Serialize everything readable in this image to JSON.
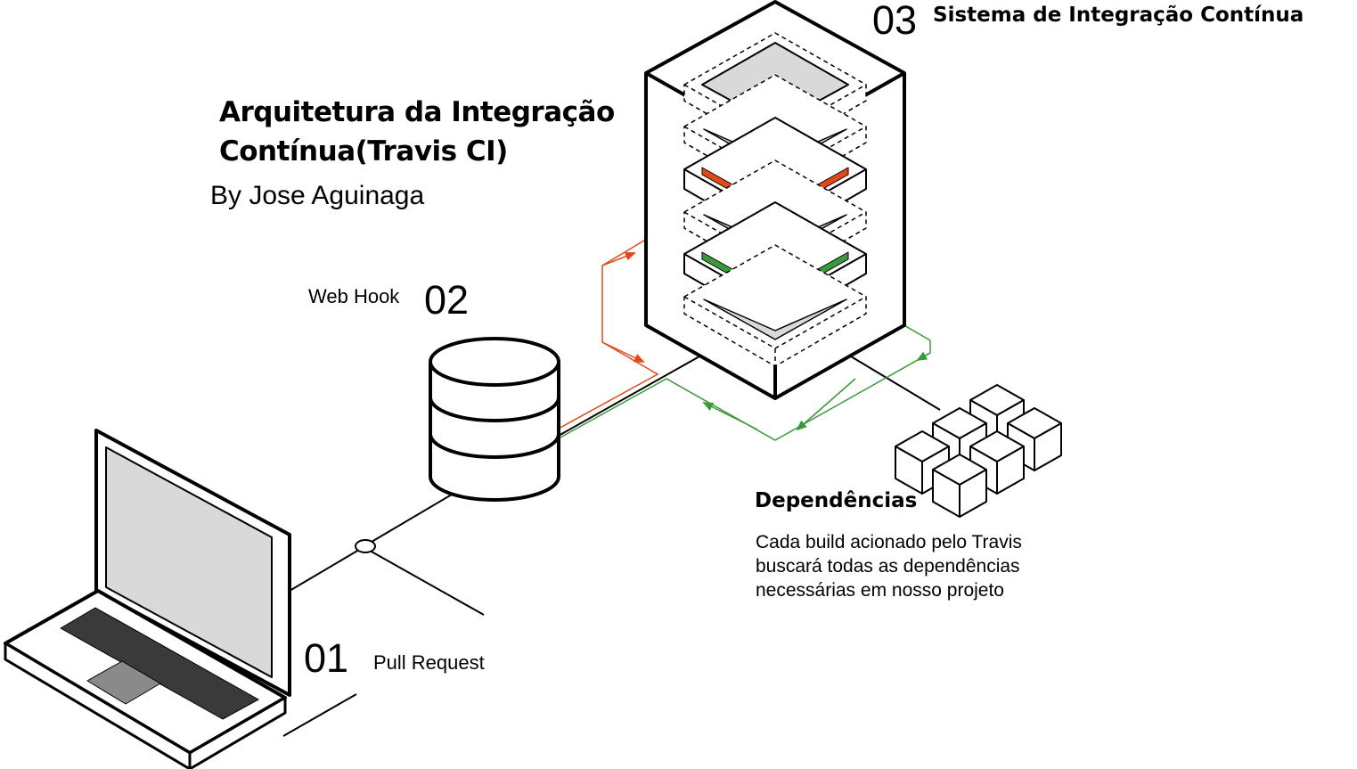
{
  "title": {
    "line1": "Arquitetura da Integração",
    "line2": "Contínua(Travis CI)",
    "author": "By Jose Aguinaga"
  },
  "steps": [
    {
      "number": "01",
      "label": "Pull Request"
    },
    {
      "number": "02",
      "label": "Web Hook"
    },
    {
      "number": "03",
      "label": "Sistema de Integração Contínua"
    }
  ],
  "dependencies": {
    "title": "Dependências",
    "description": [
      "Cada build acionado pelo Travis",
      "buscará todas as dependências",
      "necessárias em nosso projeto"
    ]
  },
  "colors": {
    "failure_flow": "#e04a1a",
    "success_flow": "#3a9a3a",
    "outline": "#000000",
    "panel_fill": "#d9d9d9",
    "keyboard": "#3a3a3a"
  },
  "icons": [
    "laptop-icon",
    "database-icon",
    "server-icon",
    "dependency-cubes-icon"
  ]
}
